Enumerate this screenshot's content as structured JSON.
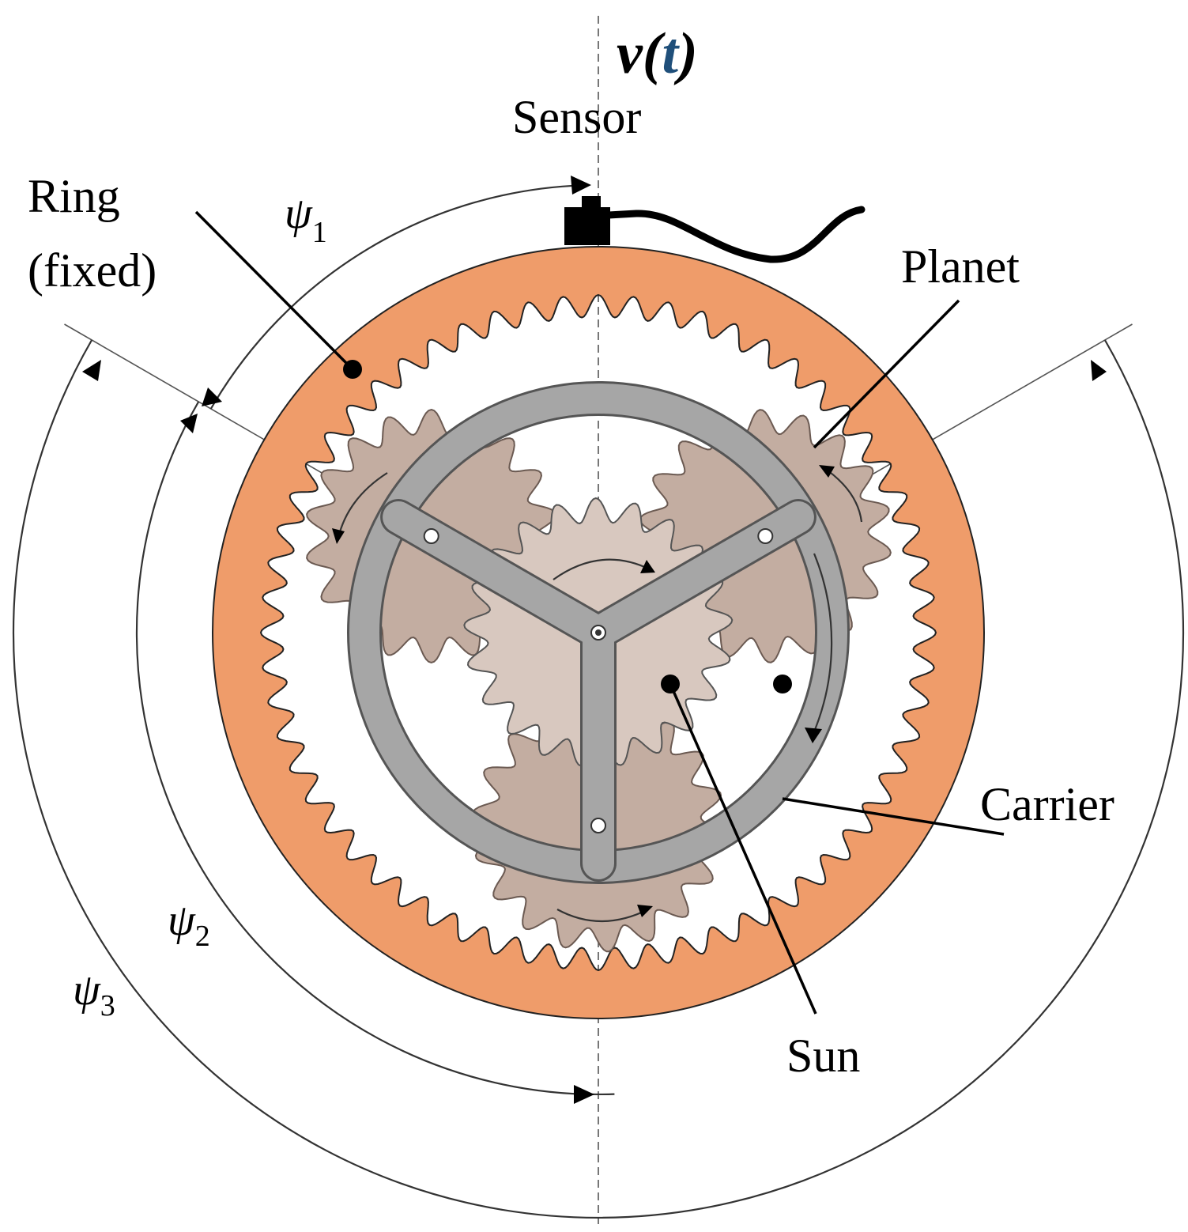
{
  "signal": {
    "base": "v(",
    "arg": "t",
    "close": ")"
  },
  "labels": {
    "sensor": "Sensor",
    "ring_line1": "Ring",
    "ring_line2": "(fixed)",
    "planet": "Planet",
    "carrier": "Carrier",
    "sun": "Sun"
  },
  "angles": [
    {
      "symbol": "ψ",
      "sub": "1"
    },
    {
      "symbol": "ψ",
      "sub": "2"
    },
    {
      "symbol": "ψ",
      "sub": "3"
    }
  ],
  "gear": {
    "ring_teeth": 60,
    "planet_teeth": 18,
    "sun_teeth": 21,
    "planet_count": 3
  },
  "colors": {
    "ring": "#ef9c6a",
    "planet": "#c3ada1",
    "sun": "#d8c8bf",
    "carrier": "#a6a6a6",
    "sensor": "#000000"
  },
  "icons": {
    "sensor": "accelerometer-icon",
    "bearing": "pivot-hole-icon"
  }
}
